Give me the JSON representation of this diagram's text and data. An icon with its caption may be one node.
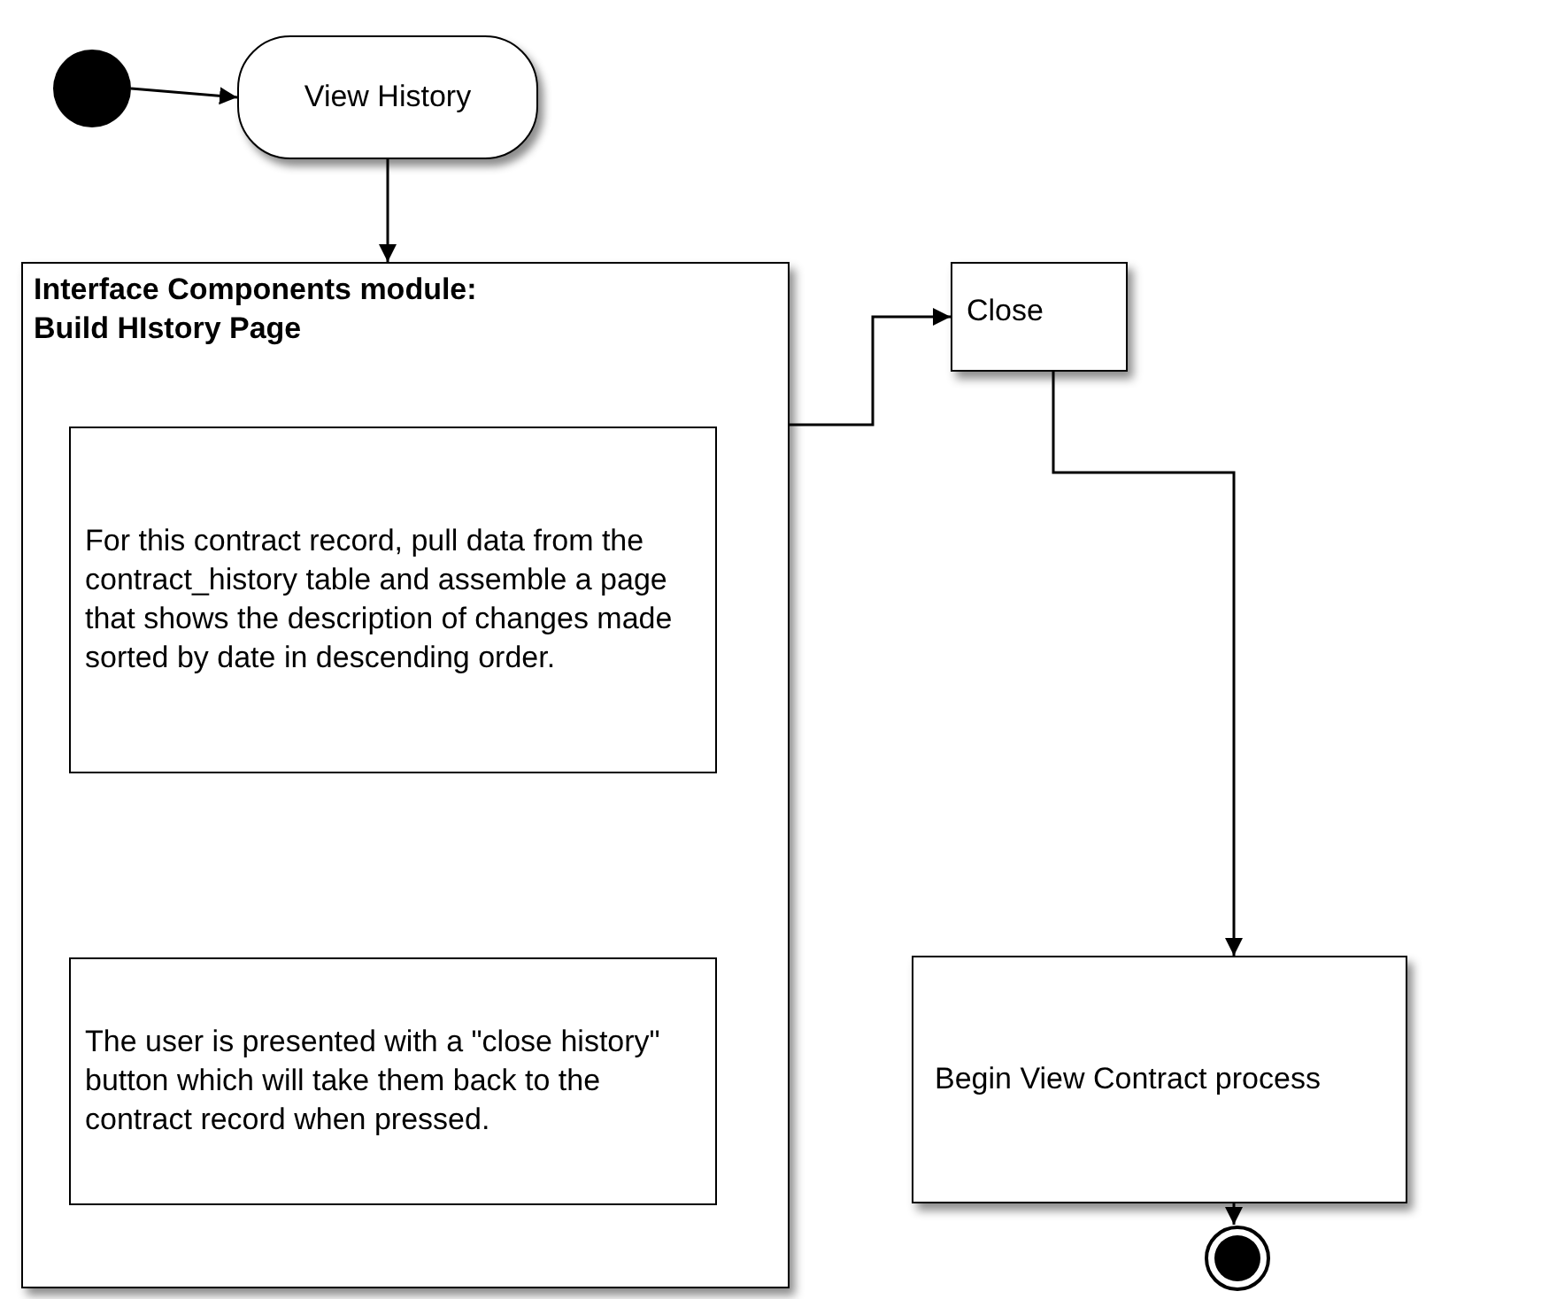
{
  "diagram": {
    "nodes": [
      {
        "text": [],
        "shape": "circle"
      },
      {
        "text": [
          "View History"
        ]
      },
      {
        "text": [
          "Interface Components module: Build HIstory Page"
        ]
      },
      {
        "text": [
          "For this contract record, pull data from the contract_history table and assemble a page that shows the description of changes made sorted by date in descending order."
        ],
        "in": 2
      },
      {
        "text": [
          "The user is presented with a \"close history\" button which will take them back to the contract record when pressed."
        ],
        "in": 2
      },
      {
        "text": [
          "Close"
        ]
      },
      {
        "text": [
          "Begin View Contract process"
        ]
      },
      {
        "text": [],
        "shape": "circle"
      }
    ],
    "edges": [
      {
        "from": 0,
        "to": 1,
        "arrow": "to"
      },
      {
        "from": 1,
        "to": 2,
        "arrow": "to"
      },
      {
        "from": 2,
        "to": 5,
        "arrow": "to"
      },
      {
        "from": 5,
        "to": 6,
        "arrow": "to"
      },
      {
        "from": 6,
        "to": 7,
        "arrow": "to"
      }
    ]
  }
}
